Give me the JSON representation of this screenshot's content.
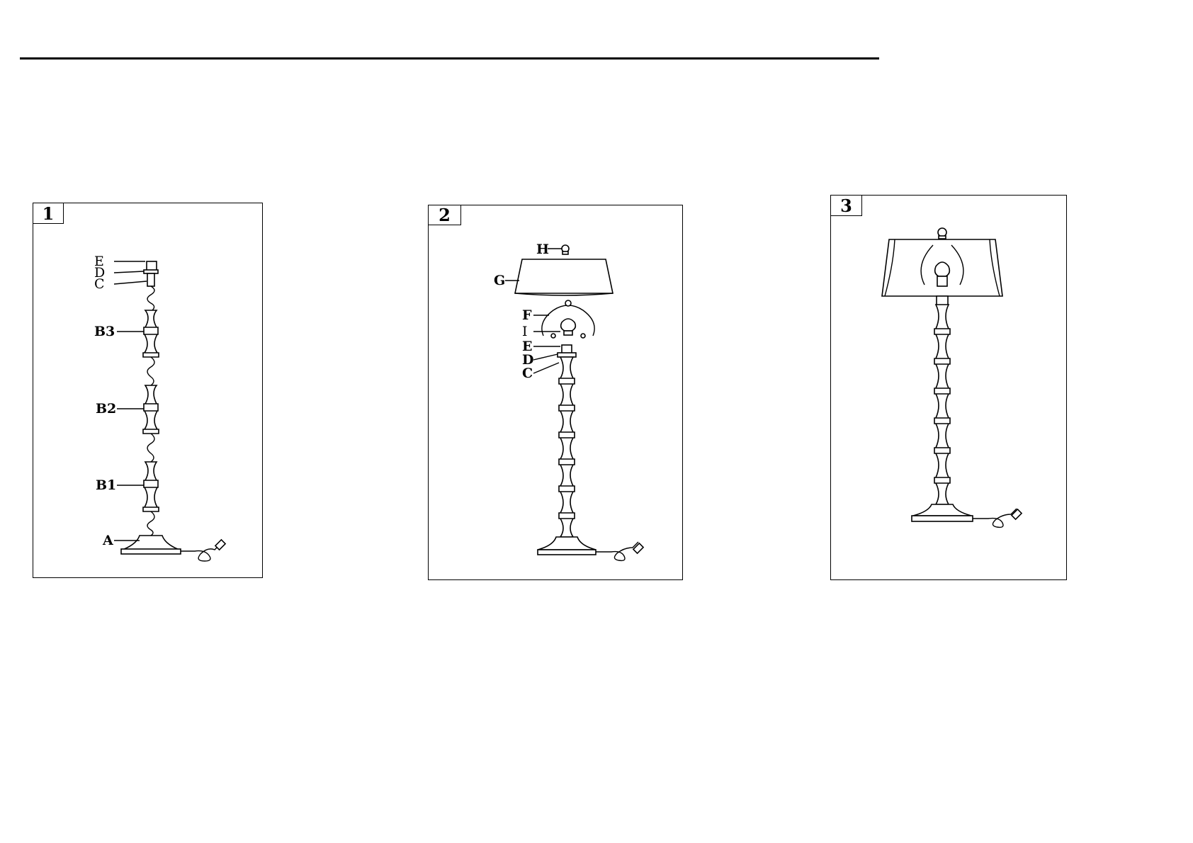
{
  "steps": [
    {
      "number": "1",
      "labels": [
        "E",
        "D",
        "C",
        "B3",
        "B2",
        "B1",
        "A"
      ]
    },
    {
      "number": "2",
      "labels": [
        "H",
        "G",
        "F",
        "I",
        "E",
        "D",
        "C"
      ]
    },
    {
      "number": "3",
      "labels": []
    }
  ]
}
